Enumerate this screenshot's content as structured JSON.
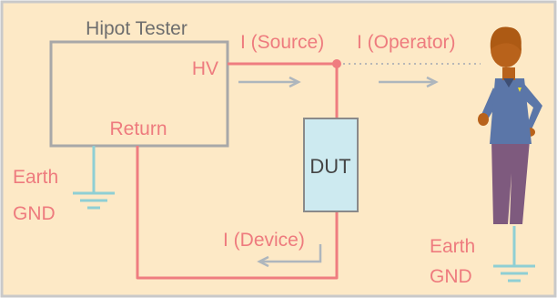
{
  "labels": {
    "title": "Hipot Tester",
    "hv": "HV",
    "return": "Return",
    "source_current": "I (Source)",
    "operator_current": "I (Operator)",
    "device_current": "I (Device)",
    "dut": "DUT",
    "earth_left_line1": "Earth",
    "earth_left_line2": "GND",
    "earth_right_line1": "Earth",
    "earth_right_line2": "GND"
  },
  "colors": {
    "background": "#fde9c6",
    "border": "#c9c9c9",
    "tester_box": "#a8a8a8",
    "wire": "#ef7d80",
    "arrow": "#aeb6bd",
    "dut_fill": "#cdeaf0",
    "dut_stroke": "#8a8a8a",
    "ground": "#8fcfd4",
    "dotted_path": "#b8b8b8"
  },
  "icons": {
    "operator": "person-standing-icon"
  }
}
